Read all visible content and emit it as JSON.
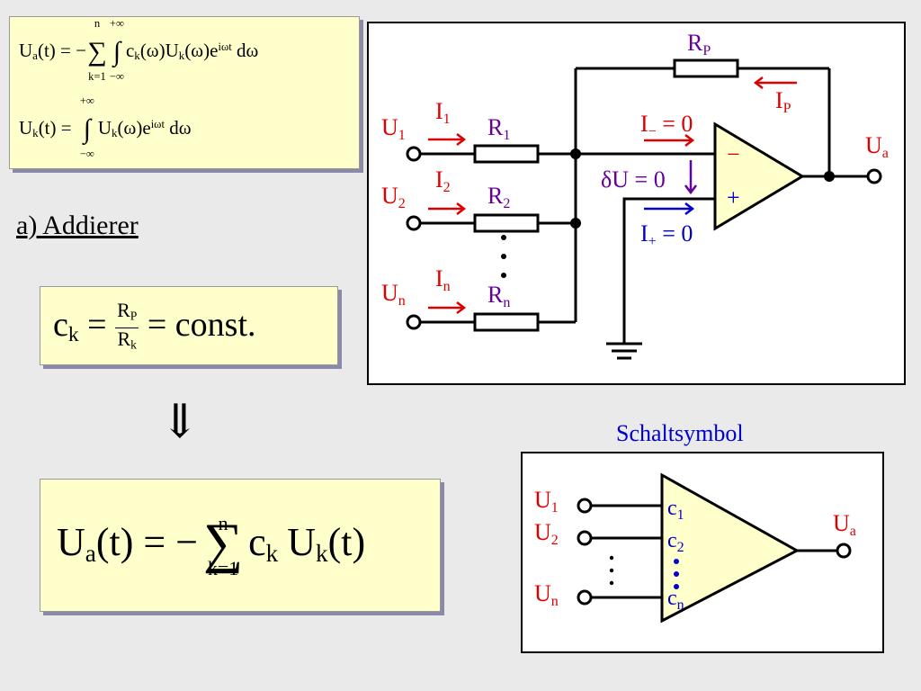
{
  "formula_box": {
    "line1": {
      "lhs": "U",
      "lhs_sub": "a",
      "arg": "(t)",
      "eq": " = −",
      "sum_sym": "∑",
      "sum_top": "n",
      "sum_bot": "k=1",
      "int_sym": "∫",
      "int_top": "+∞",
      "int_bot": "−∞",
      "c": "c",
      "c_sub": "k",
      "omega_arg": "(ω)",
      "u": "U",
      "u_sub": "k",
      "omega_arg2": "(ω)",
      "e": "e",
      "e_sup": "iωt",
      "dw": " dω"
    },
    "line2": {
      "lhs": "U",
      "lhs_sub": "k",
      "arg": "(t)",
      "eq": " = ",
      "int_sym": "∫",
      "int_top": "+∞",
      "int_bot": "−∞",
      "u": "U",
      "u_sub": "k",
      "omega_arg": "(ω)",
      "e": "e",
      "e_sup": "iωt",
      "dw": " dω"
    }
  },
  "section_title": "a) Addierer",
  "ck_box": {
    "c": "c",
    "c_sub": "k",
    "eq": " = ",
    "num": "R",
    "num_sub": "P",
    "den": "R",
    "den_sub": "k",
    "rhs": " = const."
  },
  "implies_arrow": "⇓",
  "result_box": {
    "lhs": "U",
    "lhs_sub": "a",
    "arg": "(t)",
    "eq": " = −",
    "sum_sym": "∑",
    "sum_top": "n",
    "sum_bot": "k=1",
    "c": "c",
    "c_sub": "k",
    "u": "U",
    "u_sub": "k",
    "arg2": "(t)"
  },
  "circuit": {
    "rp": {
      "main": "R",
      "sub": "P"
    },
    "ip": {
      "main": "I",
      "sub": "P"
    },
    "i_minus": {
      "main": "I",
      "sub": "−",
      "rhs": " = 0"
    },
    "delta_u": "δU = 0",
    "i_plus": {
      "main": "I",
      "sub": "+",
      "rhs": " = 0"
    },
    "minus_sign": "−",
    "plus_sign": "+",
    "ua": {
      "main": "U",
      "sub": "a"
    },
    "inputs": [
      {
        "u": "U",
        "u_sub": "1",
        "i": "I",
        "i_sub": "1",
        "r": "R",
        "r_sub": "1"
      },
      {
        "u": "U",
        "u_sub": "2",
        "i": "I",
        "i_sub": "2",
        "r": "R",
        "r_sub": "2"
      },
      {
        "u": "U",
        "u_sub": "n",
        "i": "I",
        "i_sub": "n",
        "r": "R",
        "r_sub": "n"
      }
    ]
  },
  "symbol_title": "Schaltsymbol",
  "symbol": {
    "inputs": [
      {
        "u": "U",
        "u_sub": "1",
        "c": "c",
        "c_sub": "1"
      },
      {
        "u": "U",
        "u_sub": "2",
        "c": "c",
        "c_sub": "2"
      },
      {
        "u": "U",
        "u_sub": "n",
        "c": "c",
        "c_sub": "n"
      }
    ],
    "ua": {
      "main": "U",
      "sub": "a"
    }
  },
  "colors": {
    "background": "#eaeaea",
    "formula_fill": "#ffffcc",
    "opamp_fill": "#ffffcc",
    "red": "#dd0000",
    "purple": "#660099",
    "blue": "#0000cc"
  }
}
